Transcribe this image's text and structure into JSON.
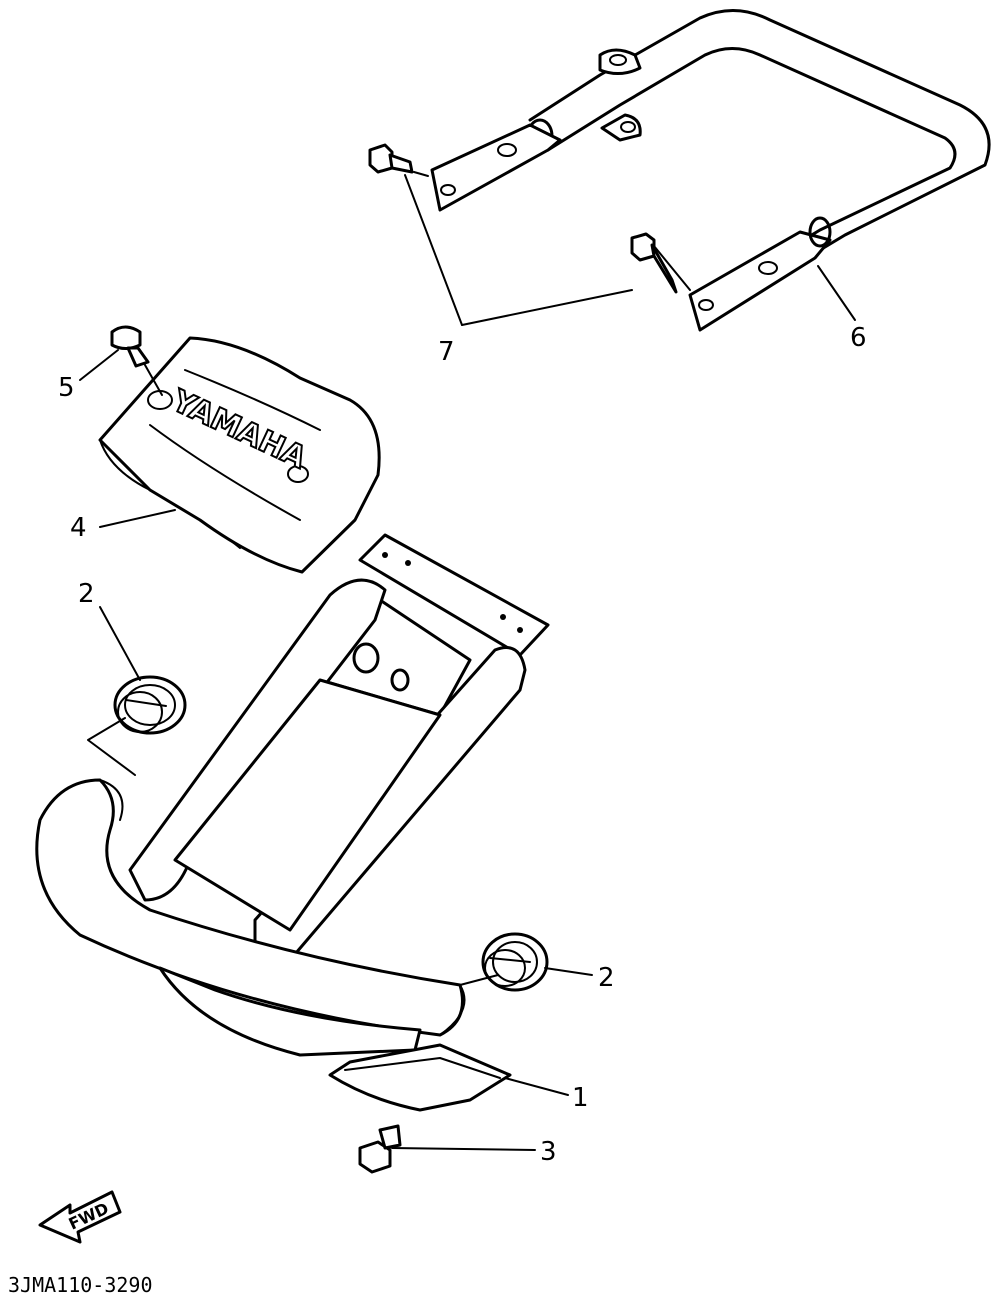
{
  "diagram": {
    "brand_text": "YAMAHA",
    "fwd_label": "FWD",
    "drawing_code": "3JMA110-3290",
    "callouts": [
      {
        "id": "1",
        "label": "1"
      },
      {
        "id": "2a",
        "label": "2"
      },
      {
        "id": "2b",
        "label": "2"
      },
      {
        "id": "3",
        "label": "3"
      },
      {
        "id": "4",
        "label": "4"
      },
      {
        "id": "5",
        "label": "5"
      },
      {
        "id": "6",
        "label": "6"
      },
      {
        "id": "7",
        "label": "7"
      }
    ]
  }
}
